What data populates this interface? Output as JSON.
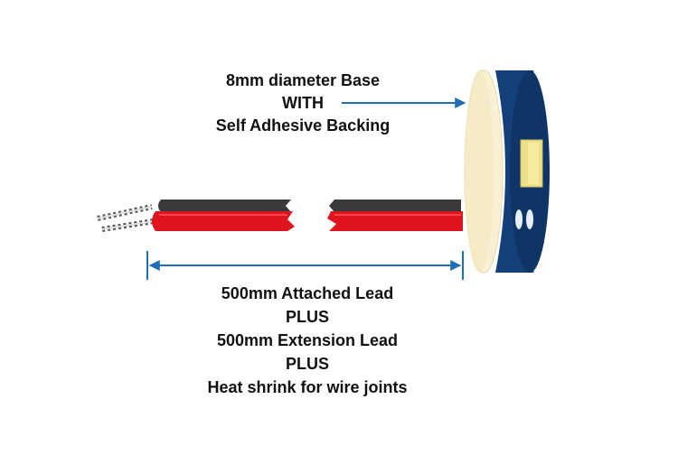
{
  "base_label": {
    "lines": [
      "8mm diameter Base",
      "WITH",
      "Self Adhesive Backing"
    ]
  },
  "lead_label": {
    "lines": [
      "500mm Attached Lead",
      "PLUS",
      "500mm Extension Lead",
      "PLUS",
      "Heat shrink for wire joints"
    ]
  },
  "colors": {
    "red_wire": "#e0141e",
    "black_wire": "#3a3a3a",
    "arrow": "#1e6fb4",
    "adhesive_base": "#f8f0d2",
    "sensor_body": "#143f78",
    "sensor_chip": "#eee08a"
  }
}
